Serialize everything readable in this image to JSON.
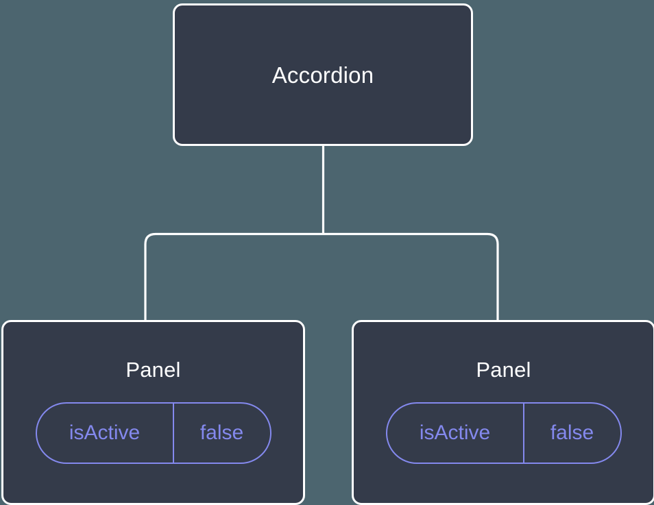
{
  "diagram": {
    "type": "component-tree",
    "background_color": "#4c656f",
    "node_fill_color": "#343b4a",
    "node_border_color": "#ffffff",
    "connector_color": "#ffffff",
    "prop_accent_color": "#8489ee",
    "root": {
      "label": "Accordion"
    },
    "children": [
      {
        "label": "Panel",
        "prop": {
          "key": "isActive",
          "value": "false"
        }
      },
      {
        "label": "Panel",
        "prop": {
          "key": "isActive",
          "value": "false"
        }
      }
    ]
  }
}
